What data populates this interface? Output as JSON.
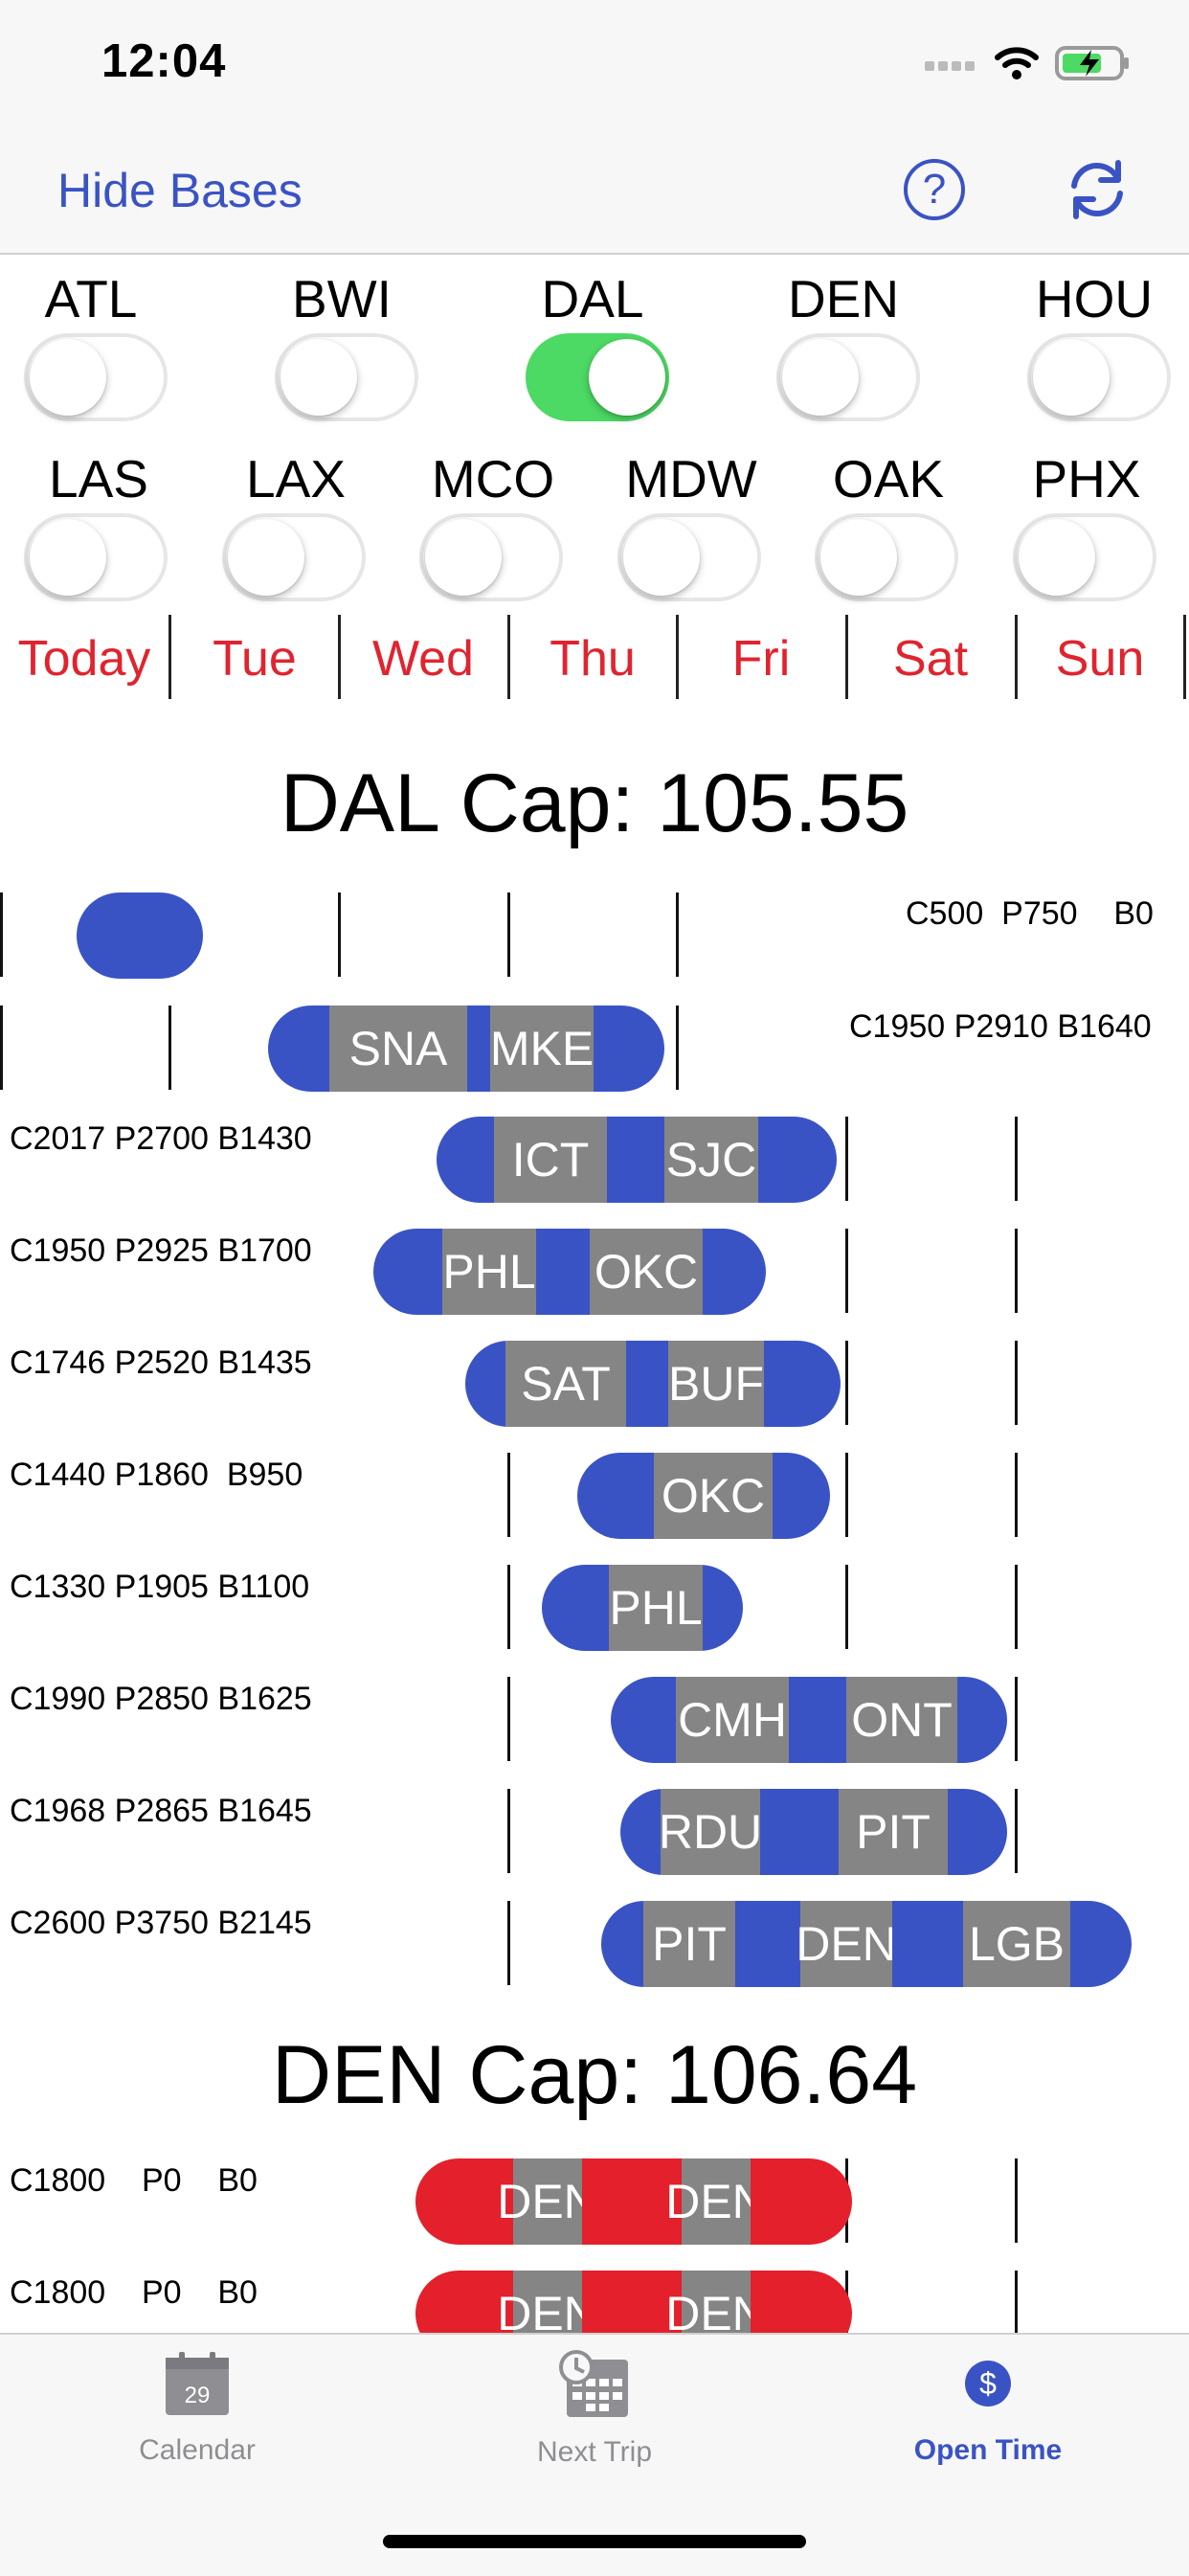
{
  "status_bar": {
    "time": "12:04",
    "icons": [
      "signal-icon",
      "wifi-icon",
      "battery-charging-icon"
    ]
  },
  "nav": {
    "left_label": "Hide Bases",
    "help_glyph": "?",
    "icons": [
      "help-icon",
      "refresh-icon"
    ]
  },
  "bases": {
    "row1": [
      {
        "code": "ATL",
        "on": false
      },
      {
        "code": "BWI",
        "on": false
      },
      {
        "code": "DAL",
        "on": true
      },
      {
        "code": "DEN",
        "on": false
      },
      {
        "code": "HOU",
        "on": false
      }
    ],
    "row2": [
      {
        "code": "LAS",
        "on": false
      },
      {
        "code": "LAX",
        "on": false
      },
      {
        "code": "MCO",
        "on": false
      },
      {
        "code": "MDW",
        "on": false
      },
      {
        "code": "OAK",
        "on": false
      },
      {
        "code": "PHX",
        "on": false
      }
    ]
  },
  "days": [
    "Today",
    "Tue",
    "Wed",
    "Thu",
    "Fri",
    "Sat",
    "Sun"
  ],
  "colors": {
    "accent": "#3a53c4",
    "day_red": "#e0242f",
    "toggle_on": "#4cd964",
    "segment_gray": "#858585",
    "reserve_red": "#e3202c"
  },
  "sections": [
    {
      "title": "DAL  Cap: 105.55",
      "rows": [
        {
          "label": "C500  P750    B0",
          "segments": [
            {
              "code": "",
              "color": "blue"
            }
          ]
        },
        {
          "label": "C1950 P2910 B1640",
          "segments": [
            {
              "code": "SNA",
              "color": "gray"
            },
            {
              "code": "MKE",
              "color": "gray"
            }
          ]
        },
        {
          "label": "C2017 P2700 B1430",
          "segments": [
            {
              "code": "ICT",
              "color": "gray"
            },
            {
              "code": "SJC",
              "color": "gray"
            }
          ]
        },
        {
          "label": "C1950 P2925 B1700",
          "segments": [
            {
              "code": "PHL",
              "color": "gray"
            },
            {
              "code": "OKC",
              "color": "gray"
            }
          ]
        },
        {
          "label": "C1746 P2520 B1435",
          "segments": [
            {
              "code": "SAT",
              "color": "gray"
            },
            {
              "code": "BUF",
              "color": "gray"
            }
          ]
        },
        {
          "label": "C1440 P1860  B950",
          "segments": [
            {
              "code": "OKC",
              "color": "gray"
            }
          ]
        },
        {
          "label": "C1330 P1905 B1100",
          "segments": [
            {
              "code": "PHL",
              "color": "gray"
            }
          ]
        },
        {
          "label": "C1990 P2850 B1625",
          "segments": [
            {
              "code": "CMH",
              "color": "gray"
            },
            {
              "code": "ONT",
              "color": "gray"
            }
          ]
        },
        {
          "label": "C1968 P2865 B1645",
          "segments": [
            {
              "code": "RDU",
              "color": "gray"
            },
            {
              "code": "PIT",
              "color": "gray"
            }
          ]
        },
        {
          "label": "C2600 P3750 B2145",
          "segments": [
            {
              "code": "PIT",
              "color": "gray"
            },
            {
              "code": "DEN",
              "color": "gray"
            },
            {
              "code": "LGB",
              "color": "gray"
            }
          ]
        }
      ]
    },
    {
      "title": "DEN  Cap: 106.64",
      "rows": [
        {
          "label": "C1800    P0    B0",
          "segments": [
            {
              "code": "DEN",
              "color": "gray"
            },
            {
              "code": "DEN",
              "color": "gray"
            }
          ]
        },
        {
          "label": "C1800    P0    B0",
          "segments": [
            {
              "code": "DEN",
              "color": "gray"
            },
            {
              "code": "DEN",
              "color": "gray"
            }
          ]
        }
      ]
    }
  ],
  "tabs": [
    {
      "label": "Calendar",
      "icon": "calendar-icon",
      "badge": "29",
      "active": false
    },
    {
      "label": "Next Trip",
      "icon": "calendar-clock-icon",
      "active": false
    },
    {
      "label": "Open Time",
      "icon": "dollar-icon",
      "active": true
    }
  ]
}
